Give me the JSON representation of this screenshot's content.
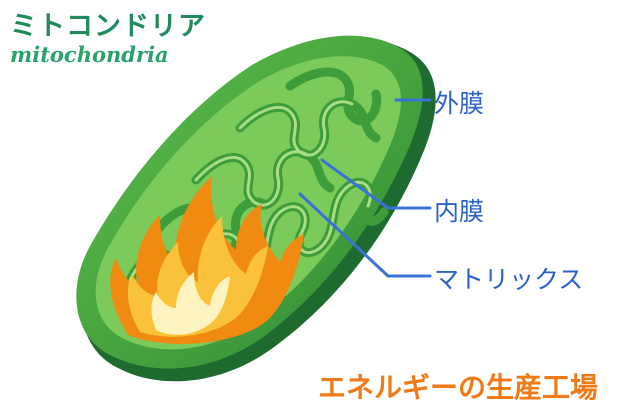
{
  "title": {
    "japanese": "ミトコンドリア",
    "english": "mitochondria"
  },
  "labels": {
    "outer_membrane": "外膜",
    "inner_membrane": "内膜",
    "matrix": "マトリックス"
  },
  "caption": "エネルギーの生産工場",
  "colors": {
    "title_jp": "#1f8a5a",
    "title_en": "#2aa36b",
    "label": "#2b62c9",
    "leader_line": "#3a73d6",
    "caption": "#f07a16",
    "outer_dark": "#1f6a2f",
    "outer": "#3a9a3a",
    "body_fill": "#7ccb5a",
    "cristae_light": "#a8dc7a",
    "flame_outer": "#f08a10",
    "flame_mid": "#f9c23a",
    "flame_core": "#fdf3c0"
  },
  "icons": [
    "flame-icon"
  ]
}
